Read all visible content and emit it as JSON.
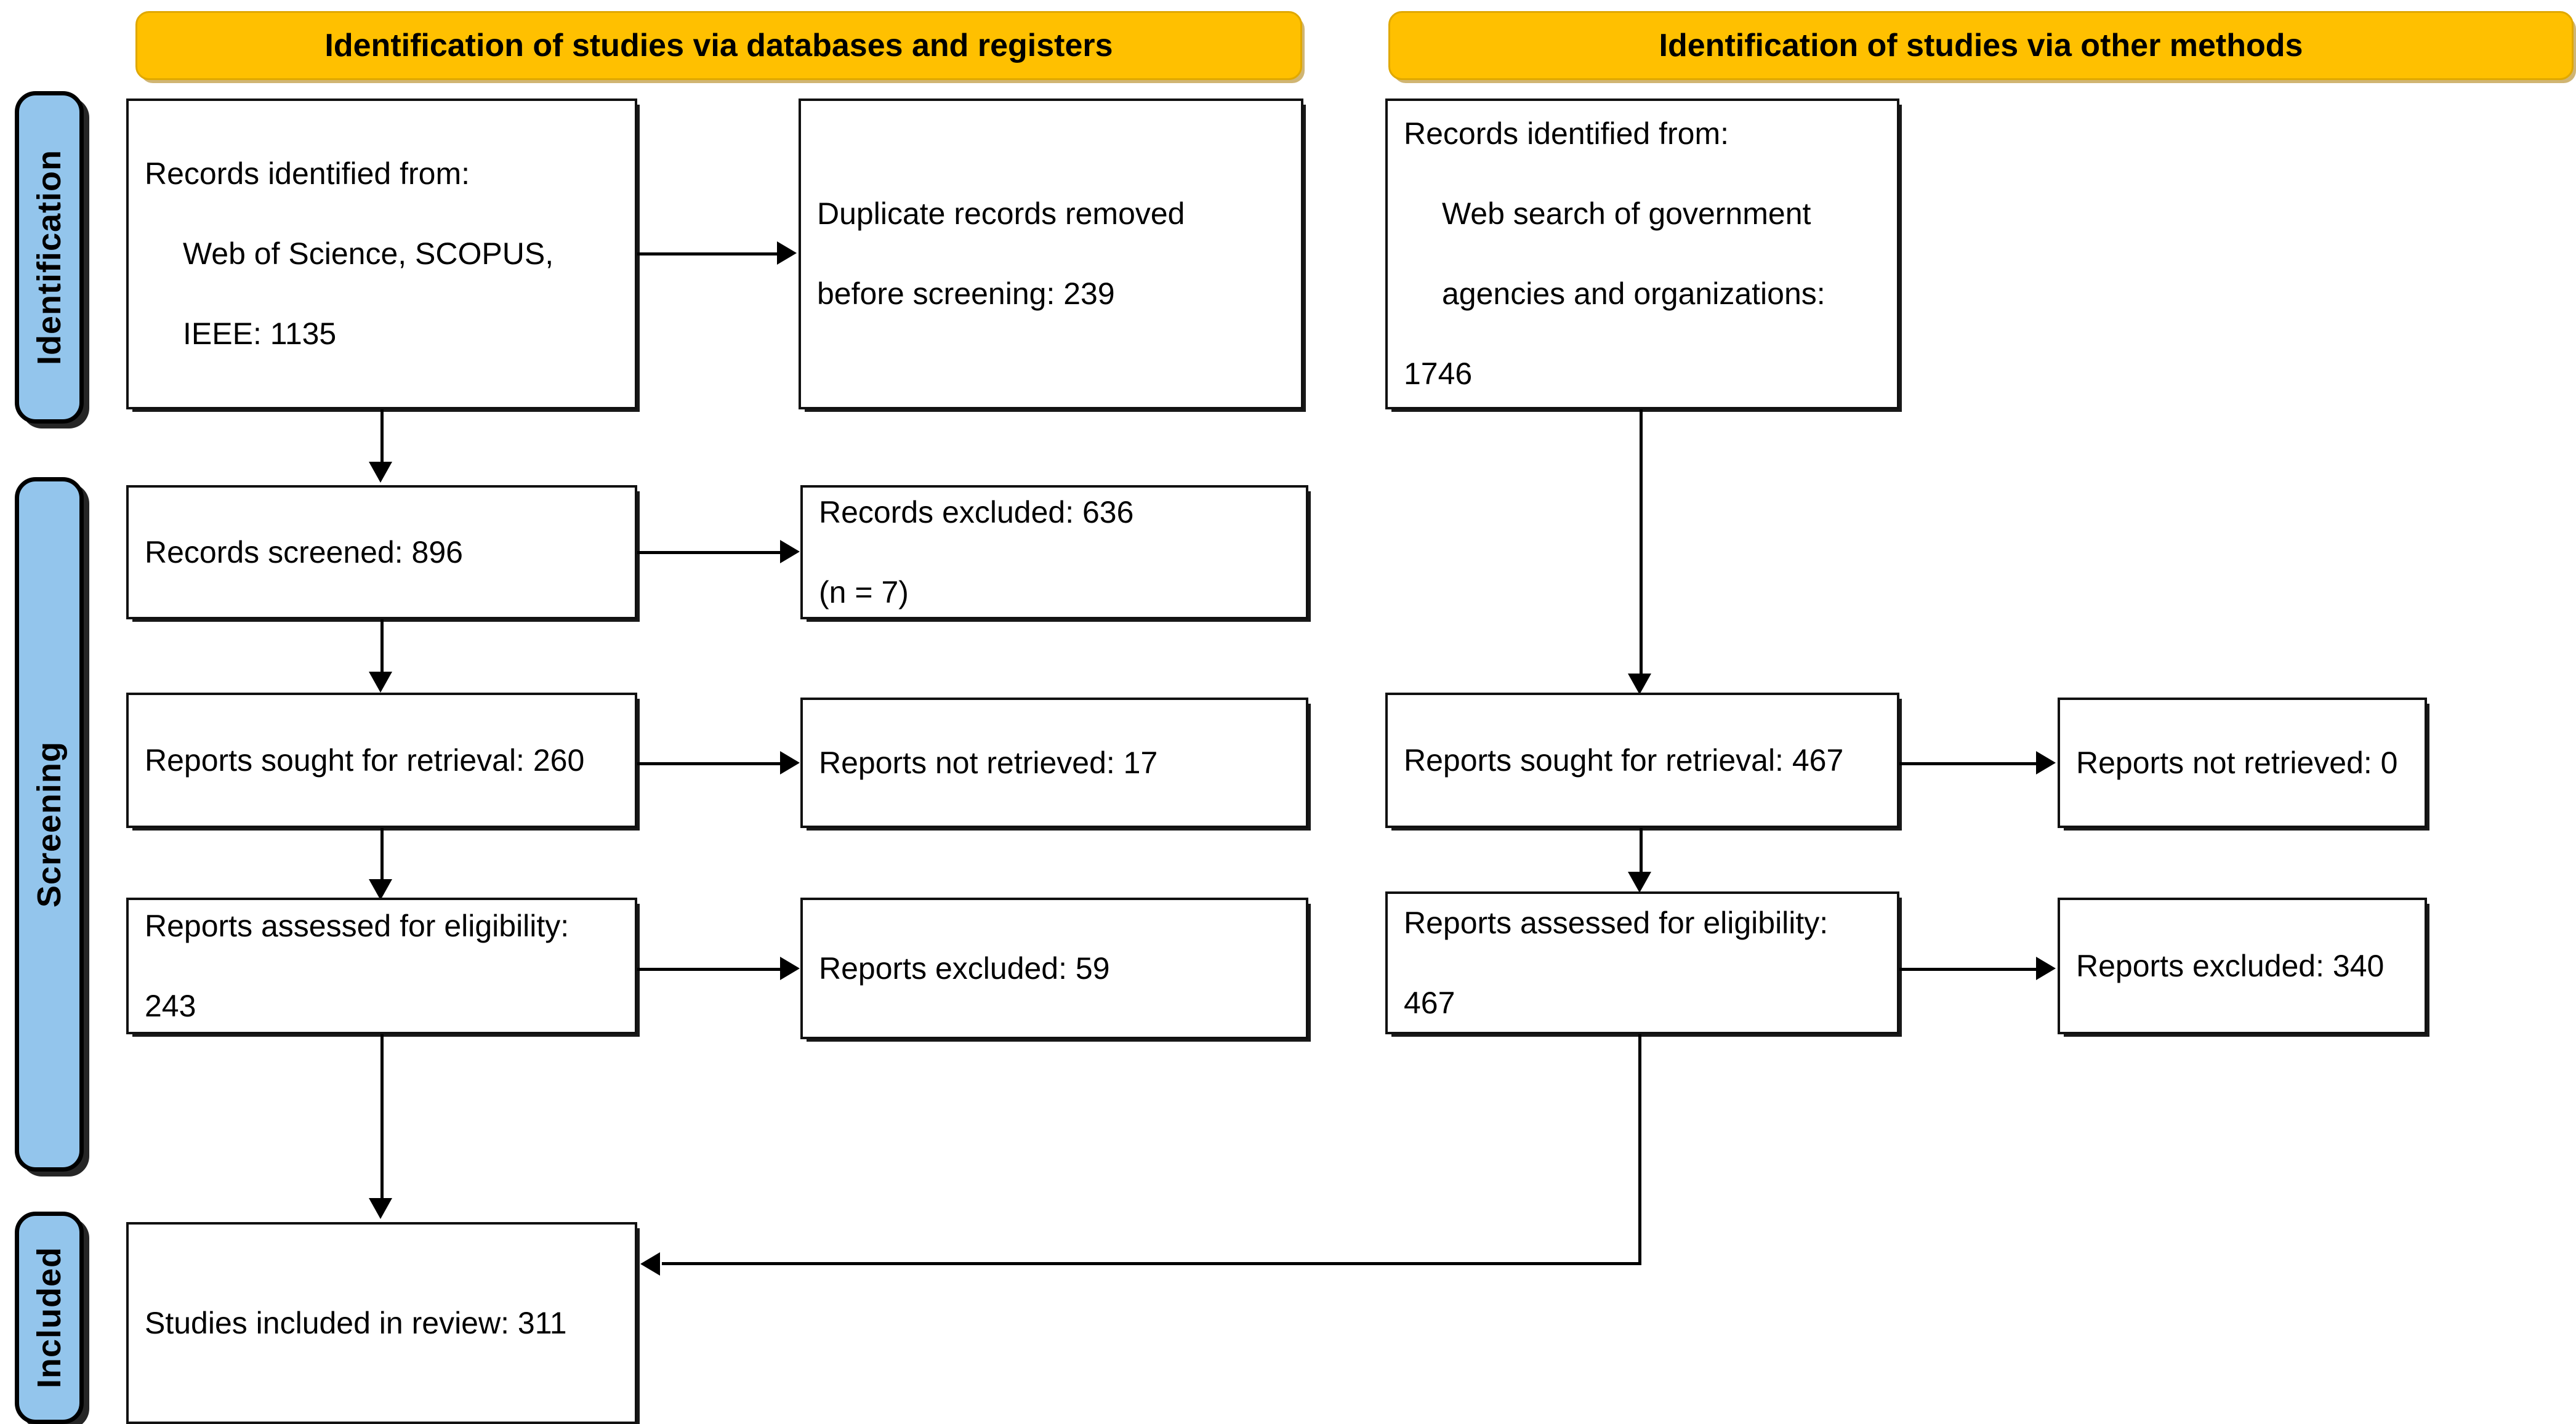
{
  "diagram": {
    "type": "PRISMA 2020 flow diagram",
    "headers": [
      {
        "id": "db-registers",
        "label": "Identification of studies via databases and registers"
      },
      {
        "id": "other-methods",
        "label": "Identification of studies via other methods"
      }
    ],
    "stage_bands": [
      {
        "id": "identification",
        "label": "Identification"
      },
      {
        "id": "screening",
        "label": "Screening"
      },
      {
        "id": "included",
        "label": "Included"
      }
    ],
    "colors": {
      "band_fill": "#93C5EC",
      "header_fill": "#FFC000",
      "box_fill": "#FFFFFF",
      "stroke": "#000000"
    },
    "boxes": {
      "records_identified_db": {
        "line1": "Records identified from:",
        "line2": "Web of Science, SCOPUS,",
        "line3": "IEEE: 1135",
        "count": 1135
      },
      "duplicates_removed": {
        "line1": "Duplicate records removed",
        "line2": "before screening: 239",
        "count": 239
      },
      "records_screened": {
        "line1": "Records screened: 896",
        "count": 896
      },
      "records_excluded": {
        "line1": "Records excluded: 636",
        "line2": "(n = 7)",
        "count": 636,
        "n": 7
      },
      "reports_sought_db": {
        "line1": "Reports sought for retrieval: 260",
        "count": 260
      },
      "reports_not_retrieved_db": {
        "line1": "Reports not retrieved: 17",
        "count": 17
      },
      "reports_assessed_db": {
        "line1": "Reports assessed for eligibility:",
        "line2": "243",
        "count": 243
      },
      "reports_excluded_db": {
        "line1": "Reports excluded: 59",
        "count": 59
      },
      "records_identified_other": {
        "line1": "Records identified from:",
        "line2": "Web search of government",
        "line3": "agencies and organizations:",
        "line4": "1746",
        "count": 1746
      },
      "reports_sought_other": {
        "line1": "Reports sought for retrieval: 467",
        "count": 467
      },
      "reports_not_retrieved_other": {
        "line1": "Reports not retrieved: 0",
        "count": 0
      },
      "reports_assessed_other": {
        "line1": "Reports assessed for eligibility:",
        "line2": "467",
        "count": 467
      },
      "reports_excluded_other": {
        "line1": "Reports excluded: 340",
        "count": 340
      },
      "studies_included": {
        "line1": "Studies included in review: 311",
        "count": 311
      }
    }
  }
}
